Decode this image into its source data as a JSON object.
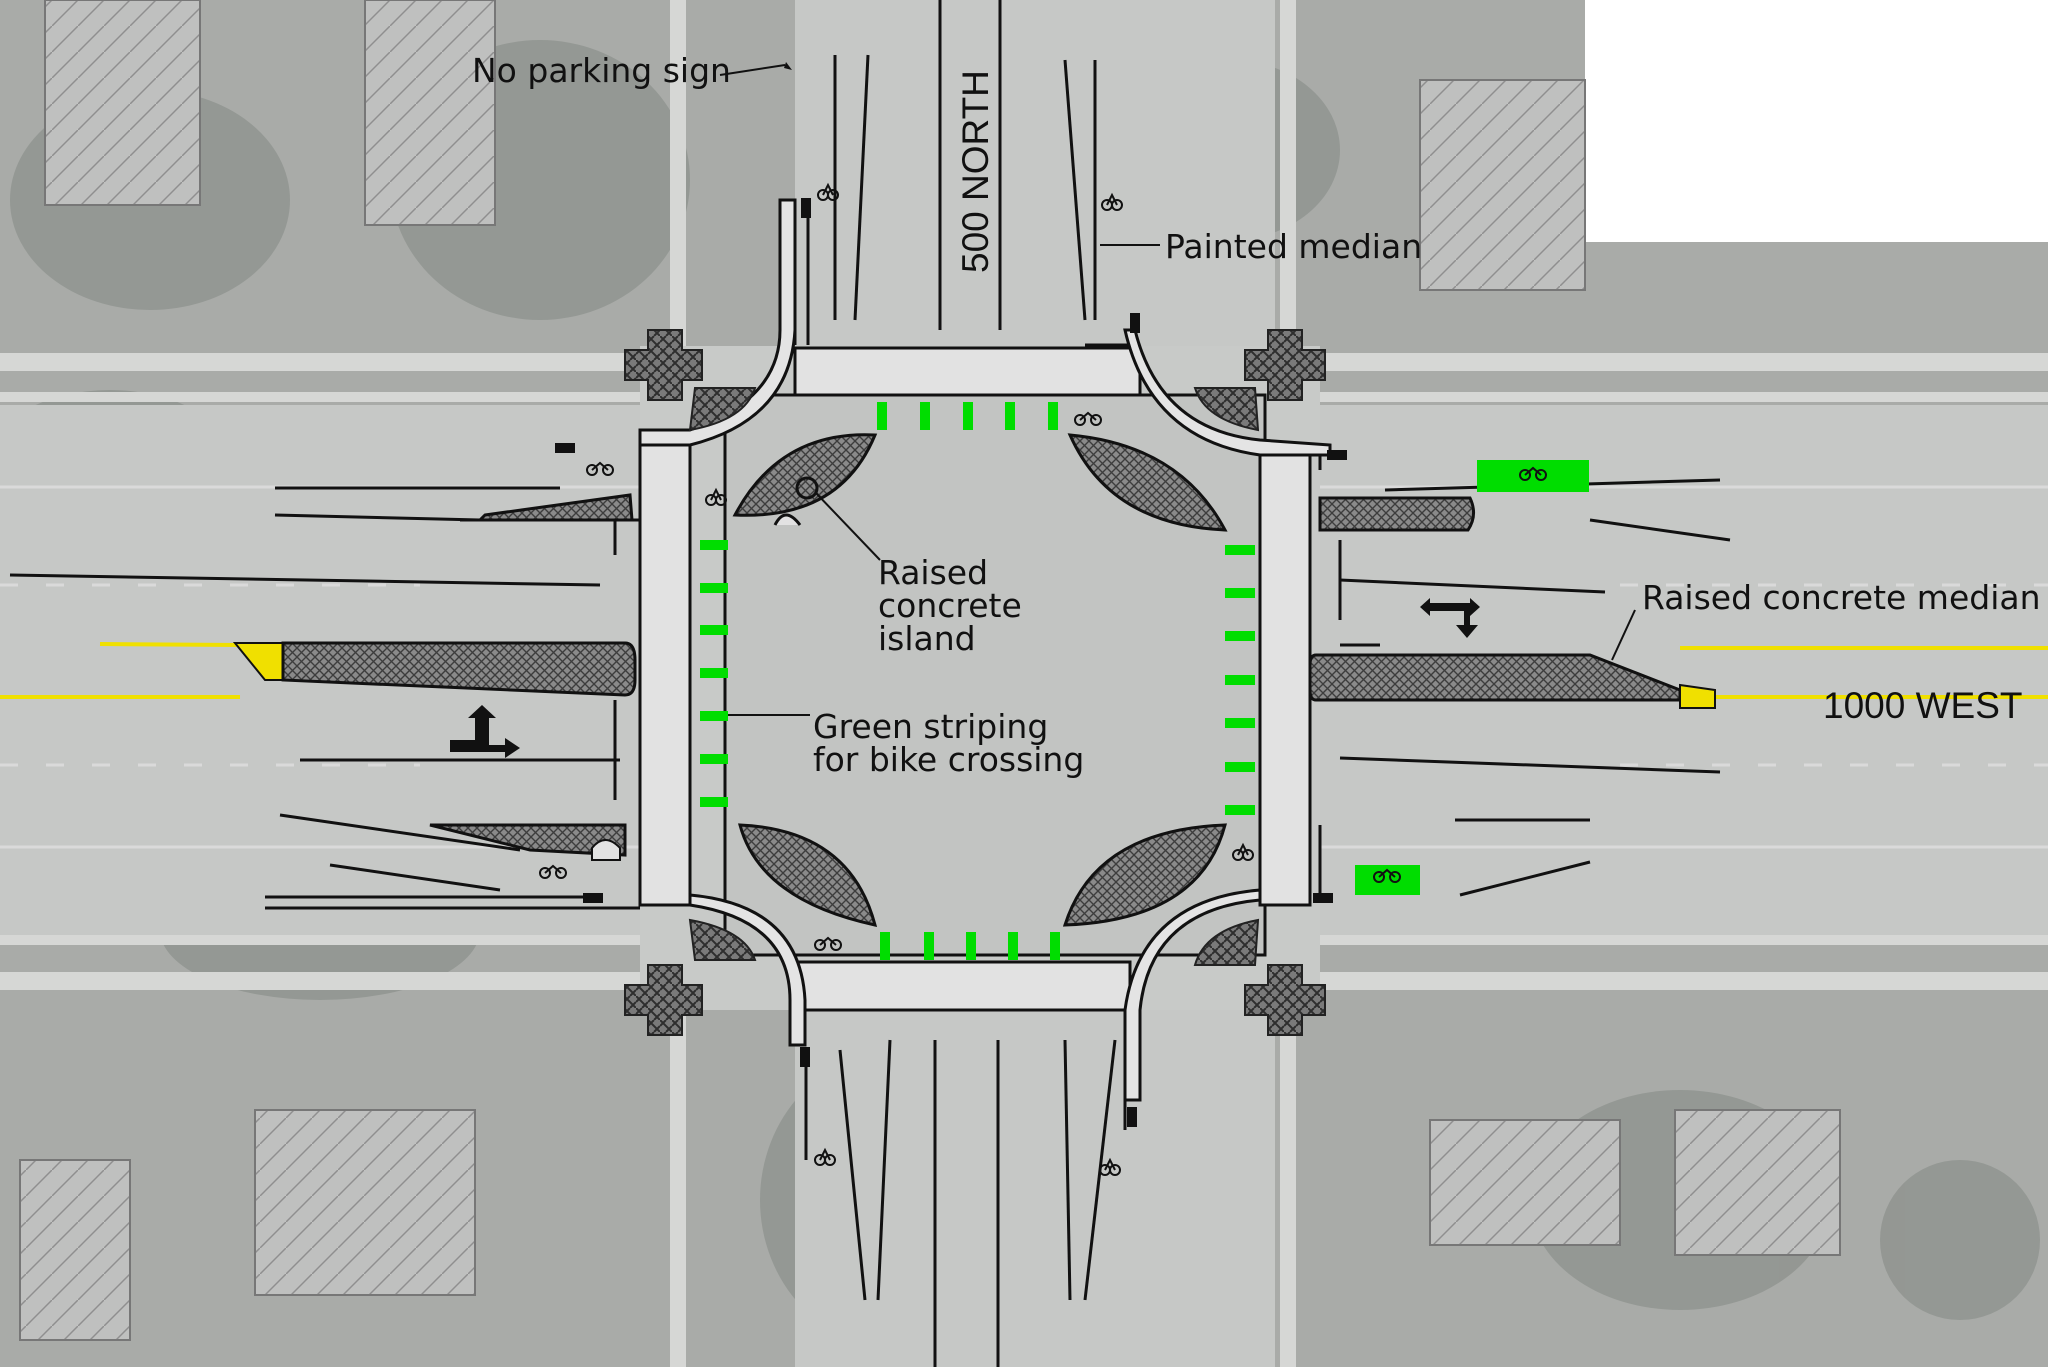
{
  "streets": {
    "north_south": "500 NORTH",
    "east_west": "1000 WEST"
  },
  "callouts": {
    "no_parking_sign": "No parking sign",
    "painted_median": "Painted median",
    "raised_island": [
      "Raised",
      "concrete",
      "island"
    ],
    "raised_median": "Raised concrete median",
    "green_striping": [
      "Green striping",
      "for bike crossing"
    ]
  },
  "colors": {
    "bike_green": "#00dd00",
    "median_yellow": "#f0e000",
    "aerial_base": "#a7a9a6",
    "road_surface": "#c6c8c6",
    "sidewalk": "#e2e2e2",
    "hatch_fill": "#6f6f6f",
    "ink": "#111111"
  },
  "icons": [
    "bicycle-lane-symbol-icon",
    "turn-arrow-icon",
    "no-parking-sign-icon",
    "crosswalk-paver-icon"
  ]
}
